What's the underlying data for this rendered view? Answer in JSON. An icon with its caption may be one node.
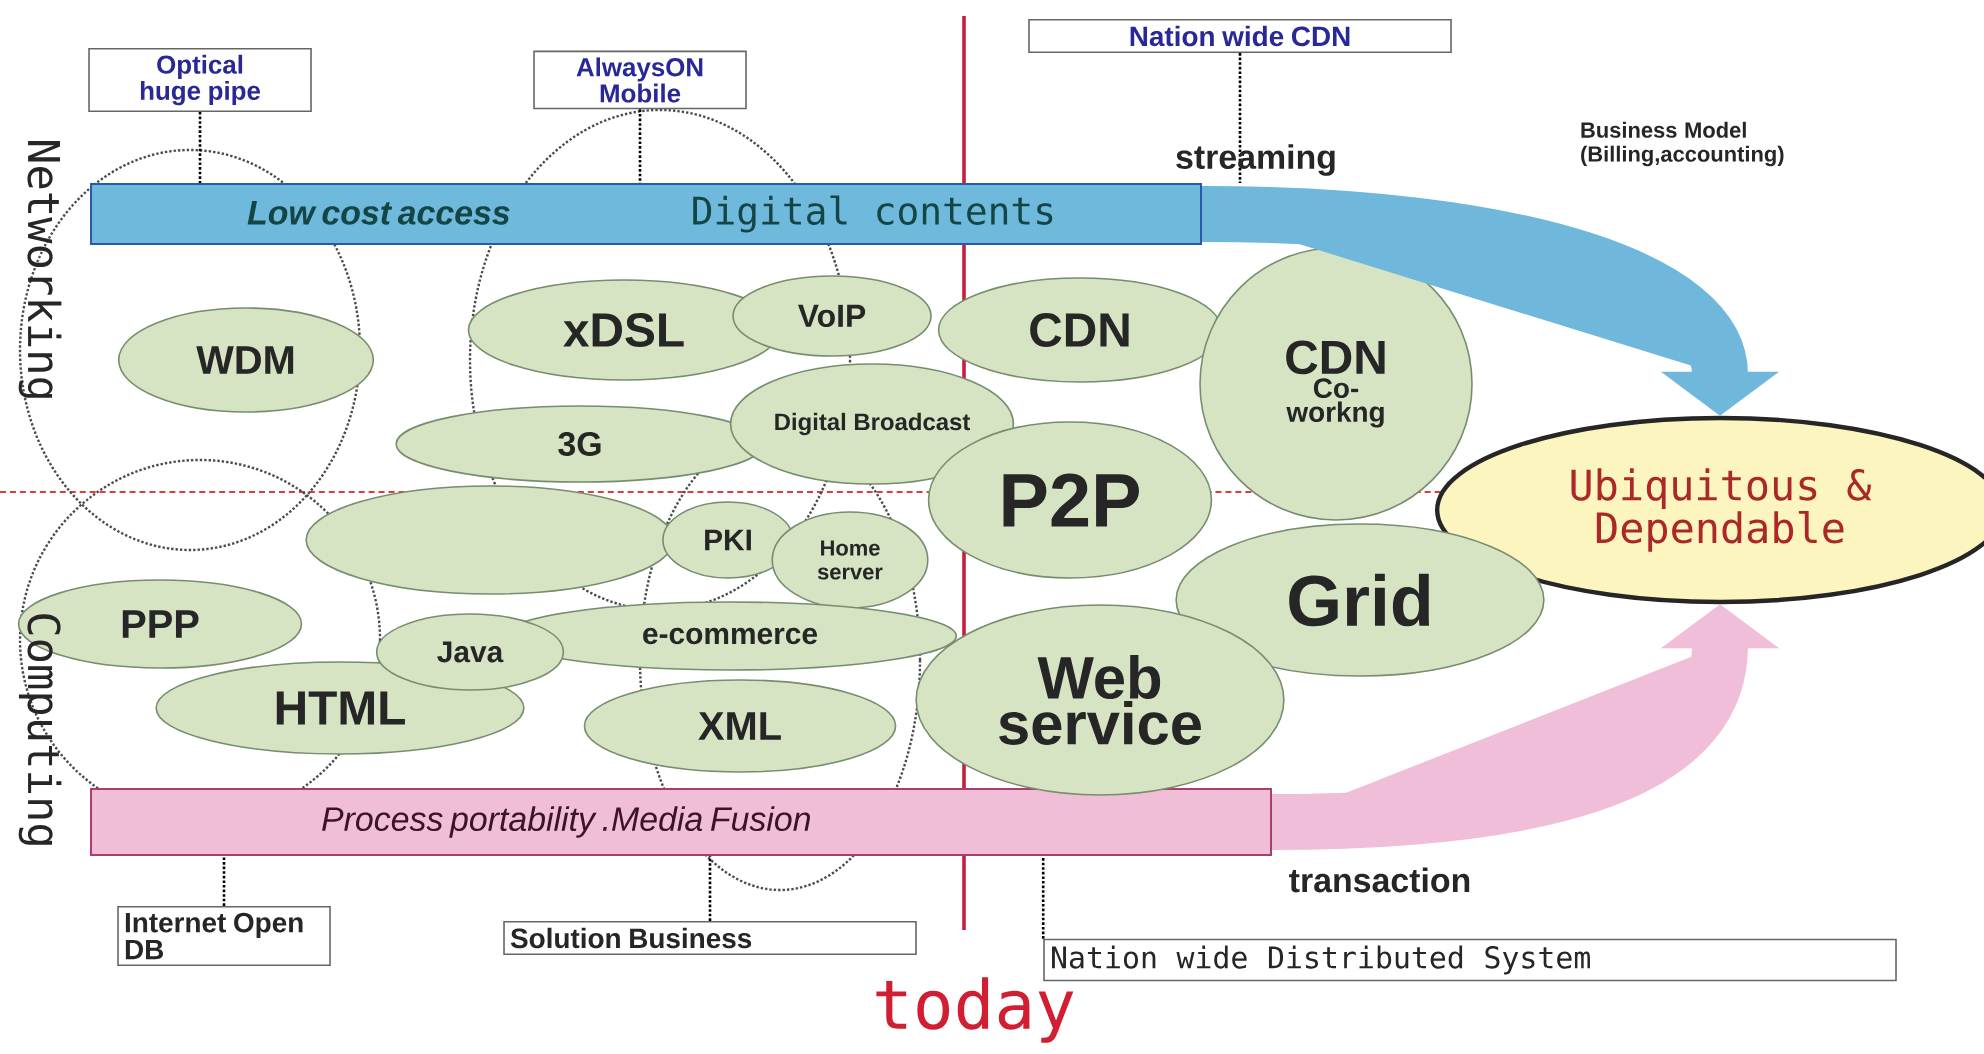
{
  "diagram": {
    "nodes": [
      {
        "text": [
          "Low cost access",
          "Digital contents"
        ]
      },
      {
        "text": [
          "Process portability .Media Fusion"
        ]
      },
      {
        "text": [
          "Ubiquitous & Dependable"
        ]
      },
      {
        "text": [
          "Optical huge pipe"
        ]
      },
      {
        "text": [
          "AlwaysON Mobile"
        ]
      },
      {
        "text": [
          "Nation wide CDN"
        ]
      },
      {
        "text": [
          "Internet Open DB"
        ]
      },
      {
        "text": [
          "Solution Business"
        ]
      },
      {
        "text": [
          "Nation wide Distributed System"
        ]
      },
      {
        "text": [
          "WDM"
        ]
      },
      {
        "text": [
          "xDSL"
        ]
      },
      {
        "text": [
          "VoIP"
        ]
      },
      {
        "text": [
          "3G"
        ]
      },
      {
        "text": [
          "Digital Broadcast"
        ]
      },
      {
        "text": [
          "CDN"
        ]
      },
      {
        "text": [
          "CDN",
          "Co-workng"
        ]
      },
      {
        "text": [
          "P2P"
        ]
      },
      {
        "text": [],
        "shape": "ellipse"
      },
      {
        "text": [
          "PKI"
        ]
      },
      {
        "text": [
          "Home server"
        ]
      },
      {
        "text": [
          "Grid"
        ]
      },
      {
        "text": [
          "PPP"
        ]
      },
      {
        "text": [
          "Java"
        ]
      },
      {
        "text": [
          "e-commerce"
        ]
      },
      {
        "text": [
          "HTML"
        ]
      },
      {
        "text": [
          "XML"
        ]
      },
      {
        "text": [
          "Web service"
        ]
      }
    ],
    "edges": [
      {
        "from": 3,
        "to": 0,
        "arrow": "none",
        "style": "dashed"
      },
      {
        "from": 4,
        "to": 0,
        "arrow": "none",
        "style": "dashed"
      },
      {
        "from": 5,
        "to": 0,
        "arrow": "none",
        "style": "dashed"
      },
      {
        "from": 6,
        "to": 1,
        "arrow": "none",
        "style": "dashed"
      },
      {
        "from": 7,
        "to": 1,
        "arrow": "none",
        "style": "dashed"
      },
      {
        "from": 8,
        "to": 1,
        "arrow": "none",
        "style": "dashed"
      },
      {
        "from": 0,
        "to": 2,
        "arrow": "to",
        "style": "thick",
        "color": "#6fb8dc"
      },
      {
        "from": 1,
        "to": 2,
        "arrow": "to",
        "style": "thick",
        "color": "#f0bed8"
      }
    ],
    "labels": [
      "Networking",
      "Computing",
      "streaming",
      "Business Model (Billing,accounting)",
      "transaction",
      "today"
    ]
  }
}
